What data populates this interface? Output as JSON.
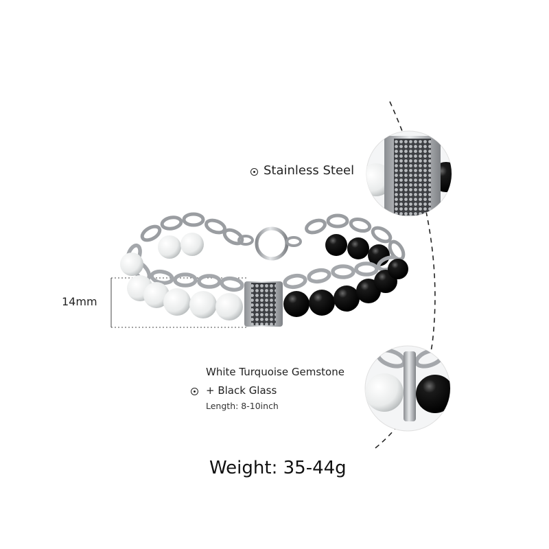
{
  "labels": {
    "material": "Stainless Steel",
    "stone_line1": "White Turquoise Gemstone",
    "stone_line2": "+ Black Glass",
    "length": "Length: 8-10inch",
    "weight": "Weight: 35-44g",
    "width_dim": "14mm"
  },
  "colors": {
    "white_stone": "#eef0f0",
    "black_bead": "#0b0b0b",
    "steel": "#b9bcbf",
    "steel_dark": "#6d7074"
  }
}
